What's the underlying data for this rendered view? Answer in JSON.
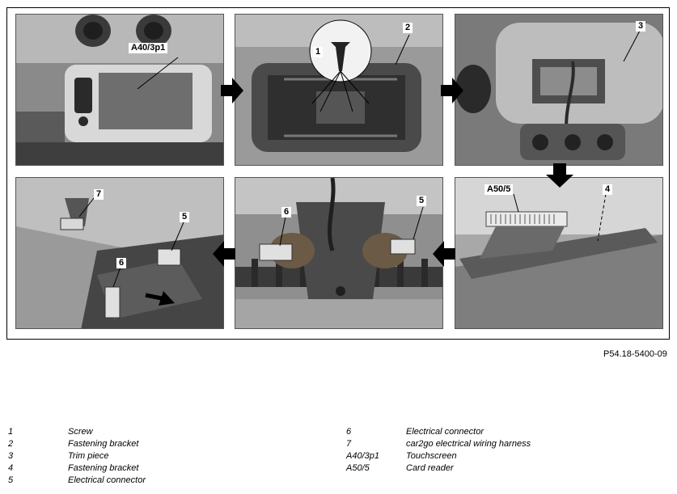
{
  "figure": {
    "reference": "P54.18-5400-09",
    "panels": [
      {
        "callouts": [
          "A40/3p1"
        ]
      },
      {
        "callouts": [
          "1",
          "2"
        ]
      },
      {
        "callouts": [
          "3"
        ]
      },
      {
        "callouts": [
          "A50/5",
          "4"
        ]
      },
      {
        "callouts": [
          "6",
          "5"
        ]
      },
      {
        "callouts": [
          "7",
          "5",
          "6"
        ]
      }
    ]
  },
  "legend": {
    "left": [
      {
        "num": "1",
        "desc": "Screw"
      },
      {
        "num": "2",
        "desc": "Fastening bracket"
      },
      {
        "num": "3",
        "desc": "Trim piece"
      },
      {
        "num": "4",
        "desc": "Fastening bracket"
      },
      {
        "num": "5",
        "desc": "Electrical connector"
      }
    ],
    "right": [
      {
        "num": "6",
        "desc": "Electrical connector"
      },
      {
        "num": "7",
        "desc": "car2go electrical wiring harness"
      },
      {
        "num": "A40/3p1",
        "desc": "Touchscreen"
      },
      {
        "num": "A50/5",
        "desc": "Card reader"
      }
    ]
  }
}
